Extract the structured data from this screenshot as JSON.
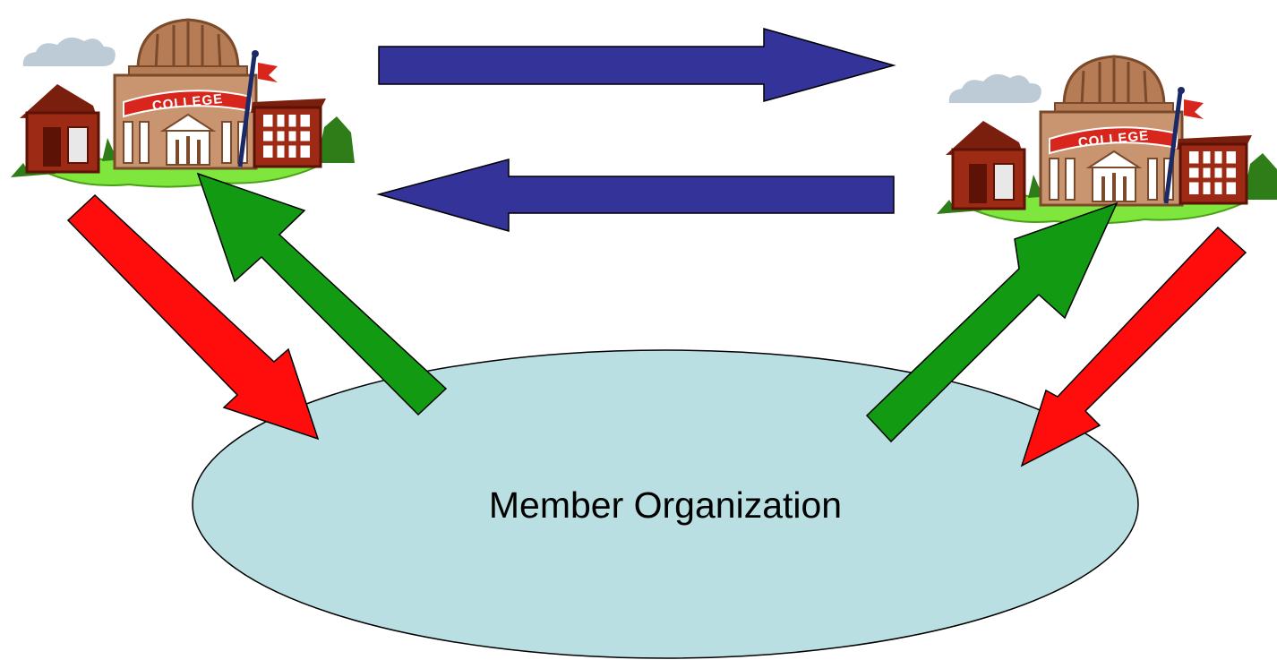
{
  "diagram": {
    "center_label": "Member Organization",
    "nodes": [
      {
        "id": "college-left",
        "sign_text": "COLLEGE"
      },
      {
        "id": "college-right",
        "sign_text": "COLLEGE"
      }
    ]
  },
  "colors": {
    "ellipse_fill": "#b9dfe3",
    "horizontal_arrow": "#333399",
    "red_arrow": "#ff0d0d",
    "green_arrow": "#129a12",
    "college_brick": "#9c2a14",
    "college_main": "#b67c55",
    "grass": "#7ee63c",
    "cloud": "#bccbd6"
  }
}
